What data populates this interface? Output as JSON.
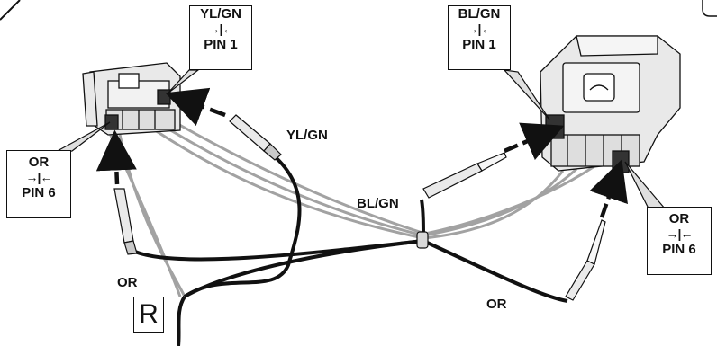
{
  "callouts": [
    {
      "wire": "YL/GN",
      "symbol": "→|←",
      "pin": "PIN 1"
    },
    {
      "wire": "BL/GN",
      "symbol": "→|←",
      "pin": "PIN 1"
    },
    {
      "wire": "OR",
      "symbol": "→|←",
      "pin": "PIN 6"
    },
    {
      "wire": "OR",
      "symbol": "→|←",
      "pin": "PIN 6"
    }
  ],
  "wire_labels": {
    "yl_gn": "YL/GN",
    "bl_gn": "BL/GN",
    "or_left": "OR",
    "or_right": "OR"
  },
  "harness_marker": "R",
  "colors": {
    "ink": "#111111",
    "connector_fill": "#e9e9e9",
    "wire_gray": "#9a9a9a"
  }
}
